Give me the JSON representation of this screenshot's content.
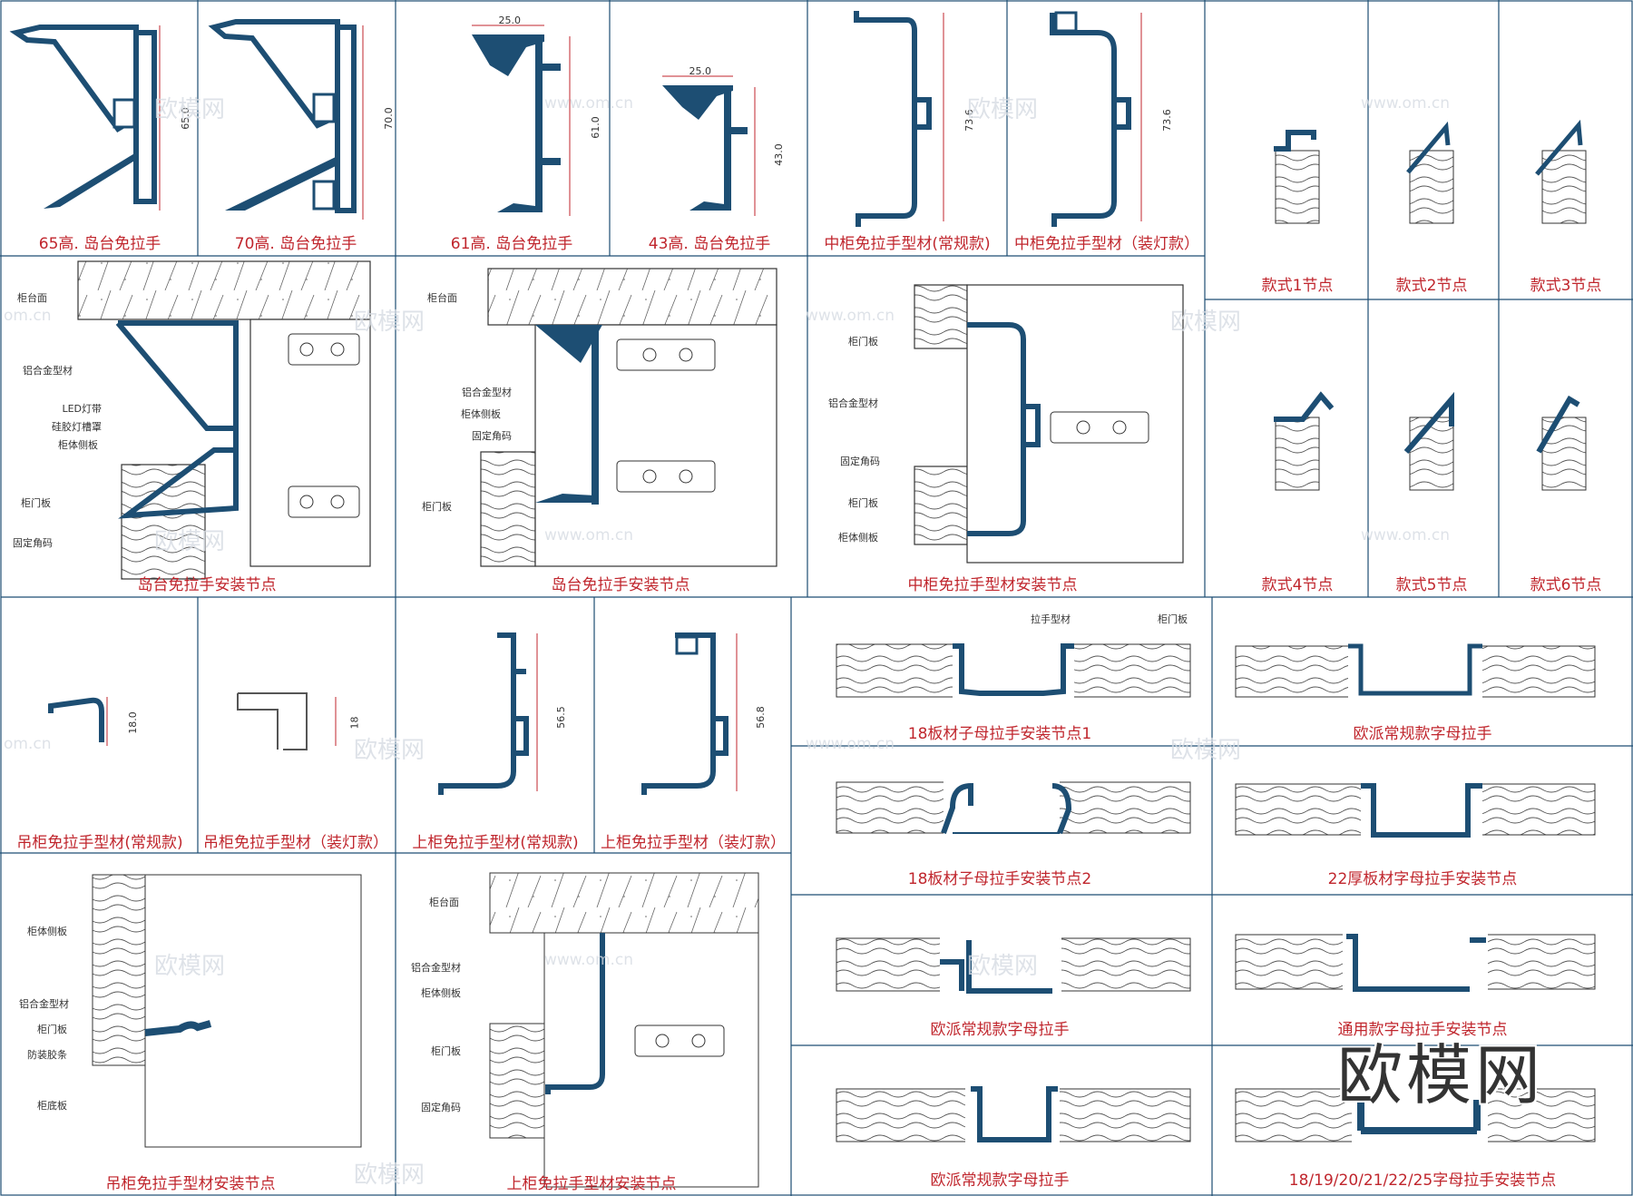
{
  "colors": {
    "profile": "#1d4e73",
    "caption": "#c0262d",
    "grid": "#1d4e73",
    "dim": "#c0262d"
  },
  "captions": {
    "c1": "65高. 岛台免拉手",
    "c2": "70高. 岛台免拉手",
    "c3": "61高. 岛台免拉手",
    "c4": "43高. 岛台免拉手",
    "c5": "中柜免拉手型材(常规款)",
    "c6": "中柜免拉手型材（装灯款）",
    "c7": "款式1节点",
    "c8": "款式2节点",
    "c9": "款式3节点",
    "c10": "岛台免拉手安装节点",
    "c11": "岛台免拉手安装节点",
    "c12": "中柜免拉手型材安装节点",
    "c13": "款式4节点",
    "c14": "款式5节点",
    "c15": "款式6节点",
    "c16": "吊柜免拉手型材(常规款)",
    "c17": "吊柜免拉手型材（装灯款）",
    "c18": "上柜免拉手型材(常规款)",
    "c19": "上柜免拉手型材（装灯款）",
    "c20": "18板材子母拉手安装节点1",
    "c21": "欧派常规款字母拉手",
    "c22": "18板材子母拉手安装节点2",
    "c23": "22厚板材字母拉手安装节点",
    "c24": "欧派常规款字母拉手",
    "c25": "通用款字母拉手安装节点",
    "c26": "吊柜免拉手型材安装节点",
    "c27": "上柜免拉手型材安装节点",
    "c28": "欧派常规款字母拉手",
    "c29": "18/19/20/21/22/25字母拉手安装节点"
  },
  "dims": {
    "d65": "65.0",
    "d70": "70.0",
    "d25a": "25.0",
    "d61": "61.0",
    "d25b": "25.0",
    "d43": "43.0",
    "d736a": "73.6",
    "d736b": "73.6",
    "d18a": "18.0",
    "d18b": "18",
    "d565": "56.5",
    "d568": "56.8"
  },
  "labels": {
    "a1": "柜台面",
    "a2": "铝合金型材",
    "a3": "LED灯带",
    "a4": "硅胶灯槽罩",
    "a5": "柜体侧板",
    "a6": "柜门板",
    "a7": "固定角码",
    "b1": "柜台面",
    "b2": "铝合金型材",
    "b3": "柜体侧板",
    "b4": "固定角码",
    "b5": "柜门板",
    "m1": "柜门板",
    "m2": "铝合金型材",
    "m3": "固定角码",
    "m4": "柜门板",
    "m5": "柜体侧板",
    "h1": "柜体侧板",
    "h2": "铝合金型材",
    "h3": "柜门板",
    "h4": "防装胶条",
    "h5": "柜底板",
    "u1": "柜台面",
    "u2": "铝合金型材",
    "u3": "柜体侧板",
    "u4": "柜门板",
    "u5": "固定角码",
    "s1": "拉手型材",
    "s2": "柜门板"
  },
  "watermarks": {
    "cn": "欧模网",
    "url": "www.om.cn",
    "url2": "om.cn"
  },
  "logo": "欧模网"
}
